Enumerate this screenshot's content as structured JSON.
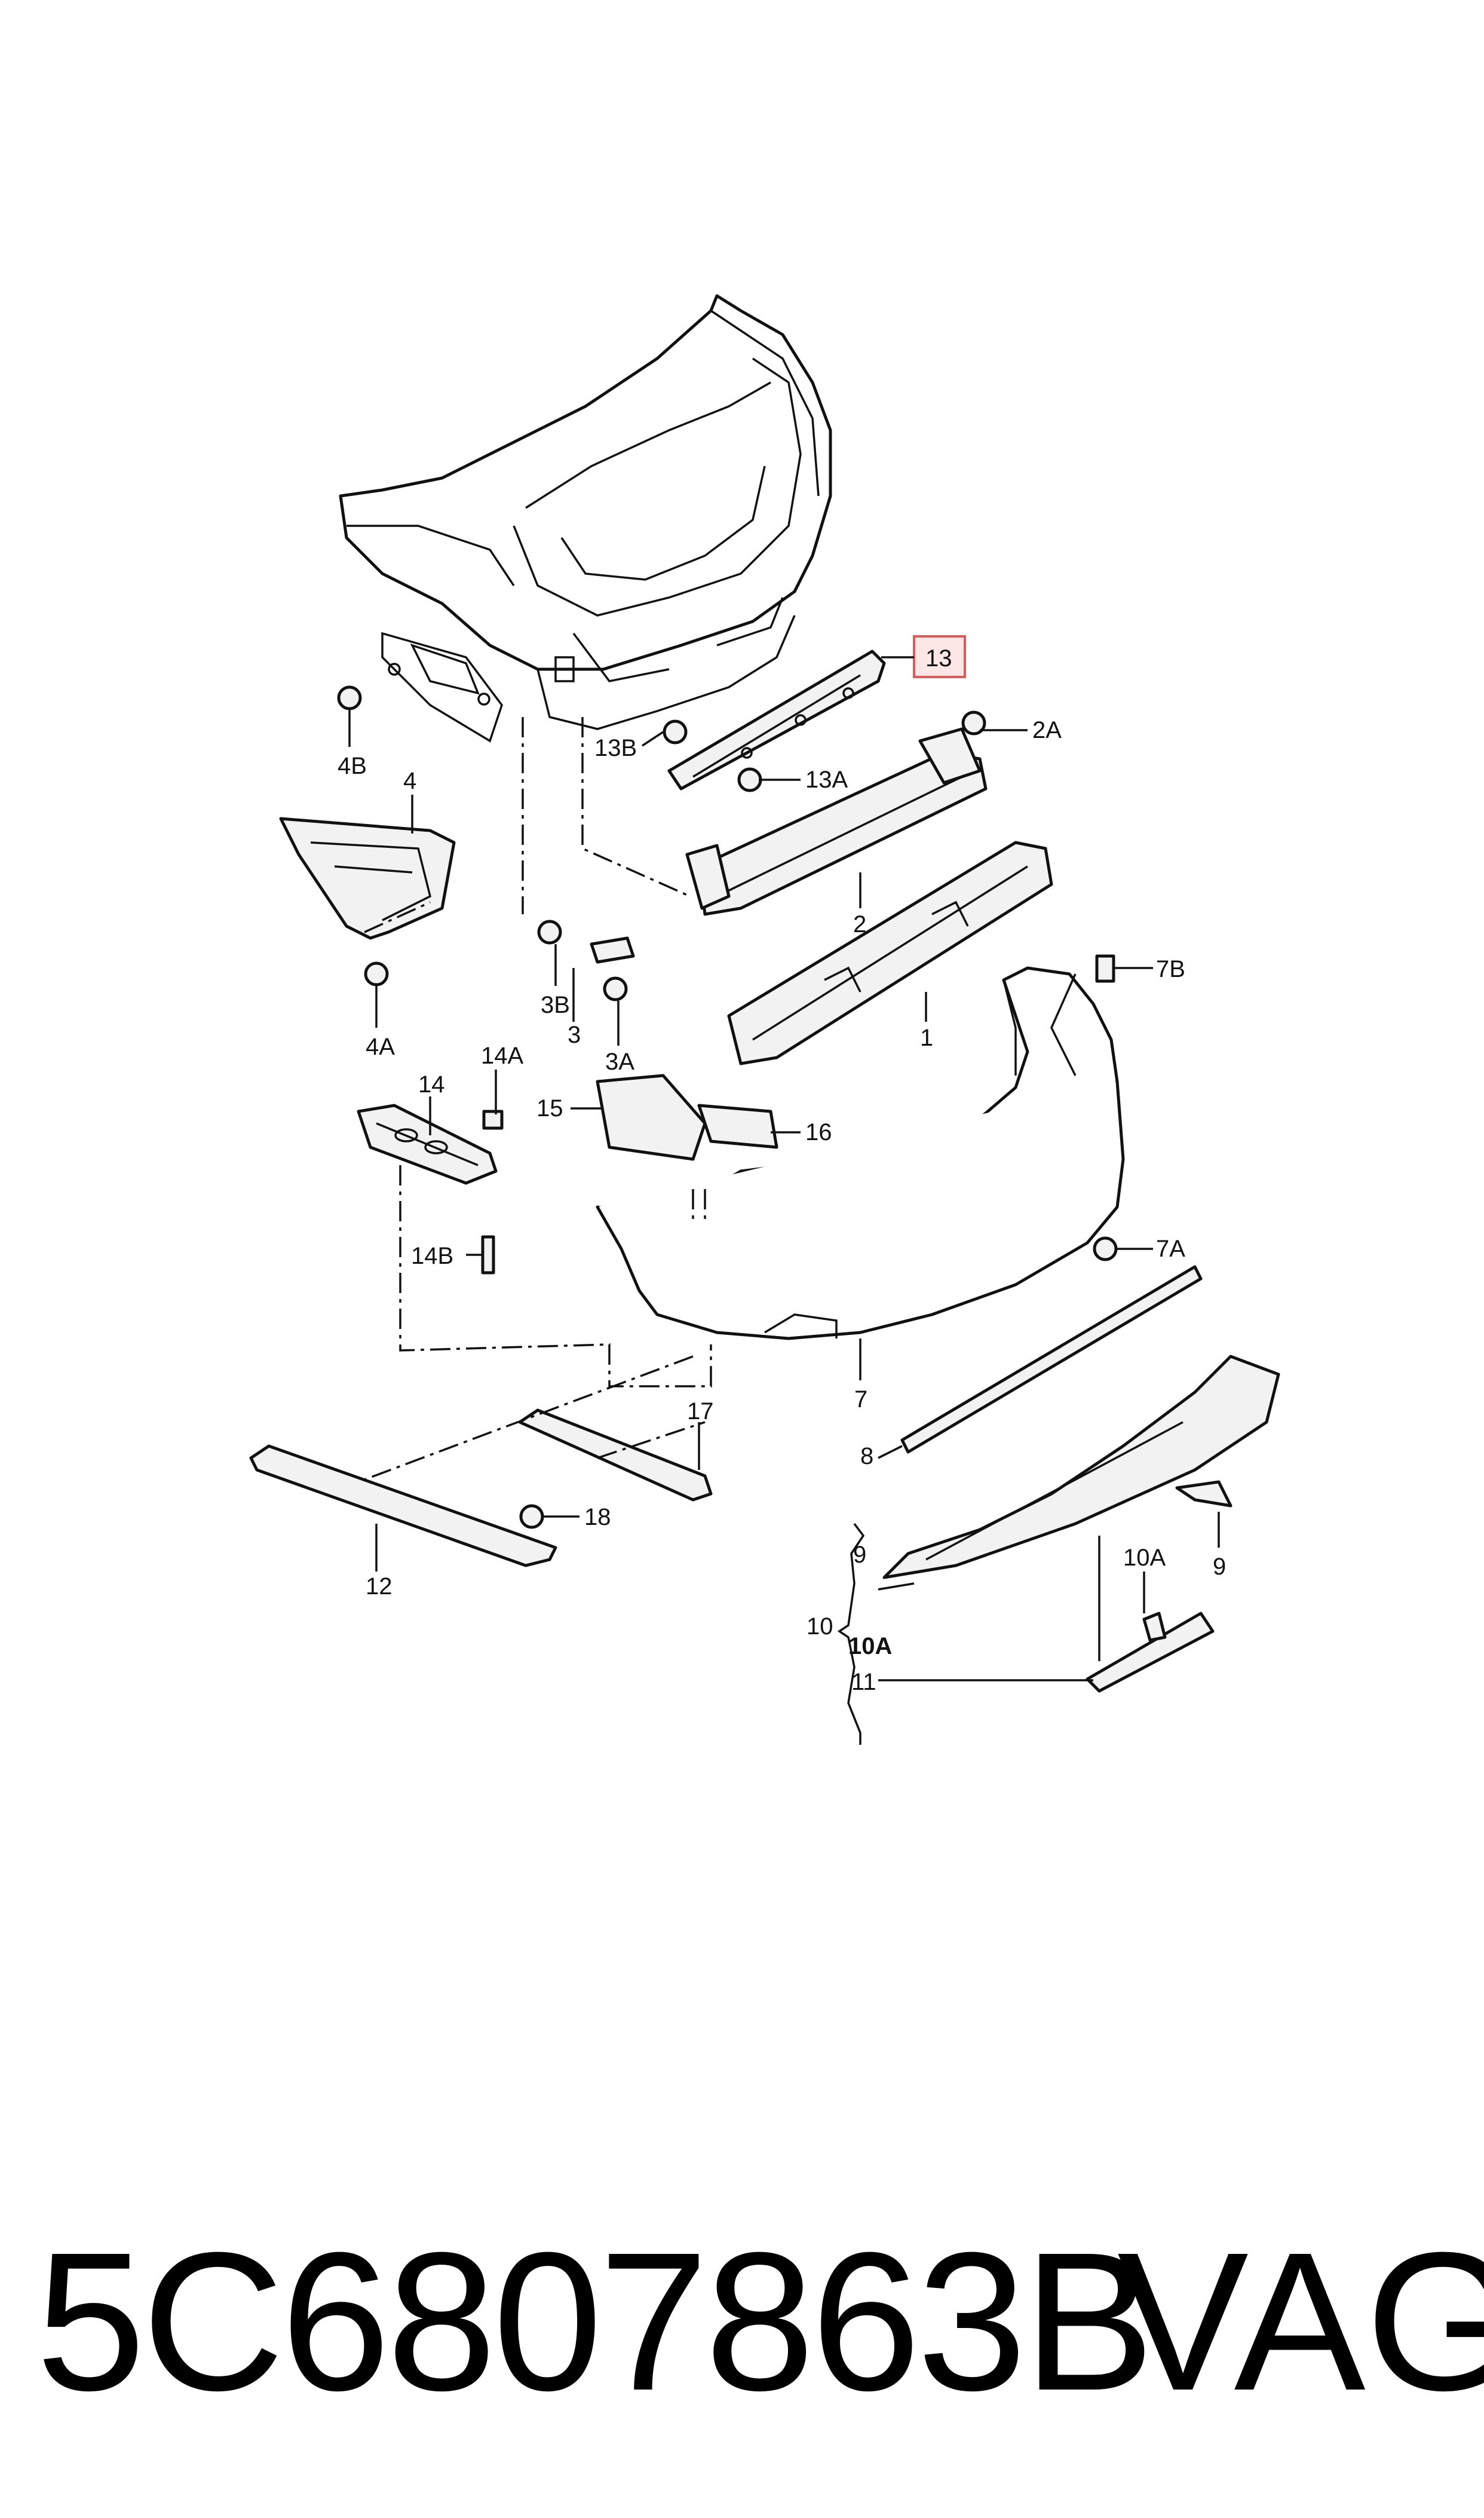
{
  "labels": {
    "l13": "13",
    "l2A": "2A",
    "l13B": "13B",
    "l13A": "13A",
    "l4B": "4B",
    "l4": "4",
    "l2": "2",
    "l4A": "4A",
    "l3B": "3B",
    "l3": "3",
    "l3A": "3A",
    "l1": "1",
    "l7B": "7B",
    "l14": "14",
    "l14A": "14A",
    "l15": "15",
    "l16": "16",
    "l14B": "14B",
    "l7A": "7A",
    "l7": "7",
    "l17": "17",
    "l8": "8",
    "l18": "18",
    "l12": "12",
    "l9a": "9",
    "l10A_top": "10A",
    "l9b": "9",
    "l10": "10",
    "l10A": "10A",
    "l11": "11"
  },
  "footer": {
    "part_number": "5C6807863B",
    "brand": "VAG"
  }
}
